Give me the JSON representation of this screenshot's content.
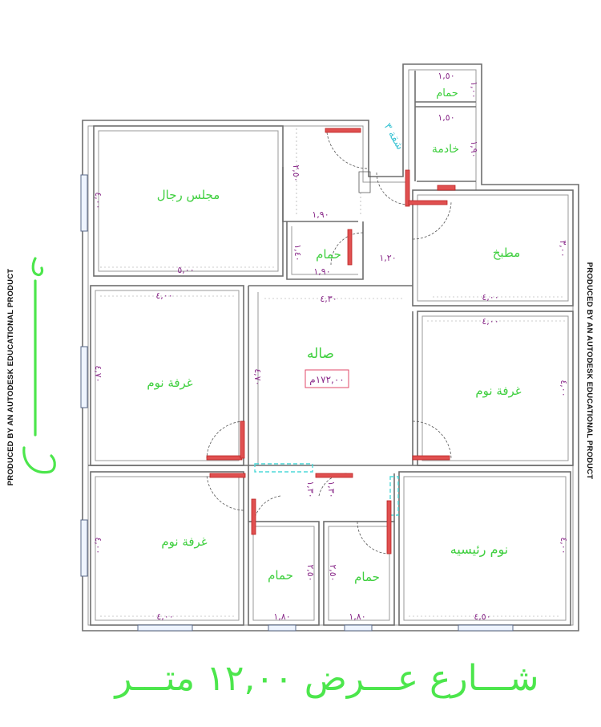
{
  "side_text": "PRODUCED BY AN AUTODESK EDUCATIONAL PRODUCT",
  "street_label": "شـــارع عـــرض ١٢,٠٠ متـــر",
  "area_label": "١٧٢,٠٠م",
  "apartment_label": "شقة ٣",
  "rooms": {
    "majlis": "مجلس رجال",
    "kitchen": "مطبخ",
    "hall": "صاله",
    "bed_left": "غرفة نوم",
    "bed_right": "غرفة نوم",
    "bed_bottom_left": "غرفة نوم",
    "master": "نوم رئيسيه",
    "bath_top": "حمام",
    "bath_bottom_left": "حمام",
    "bath_bottom_right": "حمام",
    "bath_maid": "حمام",
    "maid": "خادمة"
  },
  "dims": {
    "d_150_a": "١,٥٠",
    "d_100": "١,٠٠",
    "d_150_b": "١,٥٠",
    "d_190_maid": "١,٩٠",
    "d_250_top": "٢,٥٠",
    "d_190_a": "١,٩٠",
    "d_140": "١,٤٠",
    "d_190_b": "١,٩٠",
    "d_120": "١,٢٠",
    "d_400_majlis": "٤,٠٠",
    "d_500": "٥,٠٠",
    "d_300": "٣,٠٠",
    "d_400_kitchen": "٤,٠٠",
    "d_400_bedL_top": "٤,٠٠",
    "d_430": "٤,٣٠",
    "d_400_bedR_top": "٤,٠٠",
    "d_470_left": "٤,٧٠",
    "d_470_hall": "٤,٧٠",
    "d_400_bedR_side": "٤,٠٠",
    "d_130_a": "١,٣٠",
    "d_130_b": "١,٣٠",
    "d_400_bottom_left_side": "٤,٠٠",
    "d_250_bath_a": "٢,٥٠",
    "d_250_bath_b": "٢,٥٠",
    "d_400_master_side": "٤,٠٠",
    "d_400_bottom": "٤,٠٠",
    "d_180_a": "١,٨٠",
    "d_180_b": "١,٨٠",
    "d_450": "٤,٥٠"
  }
}
